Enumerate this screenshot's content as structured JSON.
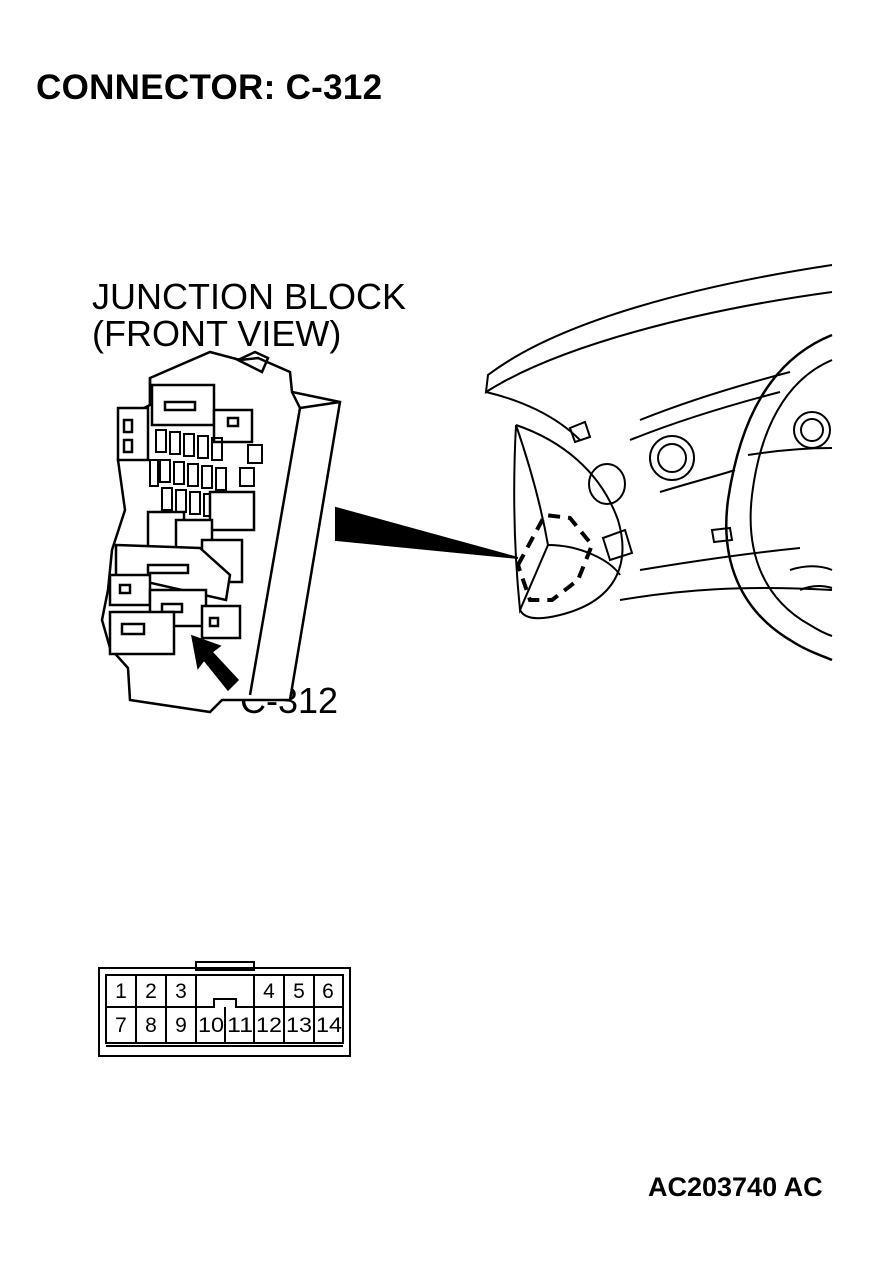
{
  "title": "CONNECTOR: C-312",
  "junction_block": {
    "label_line1": "JUNCTION BLOCK",
    "label_line2": "(FRONT VIEW)"
  },
  "connector_callout": "C-312",
  "figure_code": "AC203740 AC",
  "connector_face": {
    "top_row": [
      "1",
      "2",
      "3",
      "",
      "",
      "4",
      "5",
      "6"
    ],
    "bottom_row": [
      "7",
      "8",
      "9",
      "10",
      "11",
      "12",
      "13",
      "14"
    ]
  }
}
